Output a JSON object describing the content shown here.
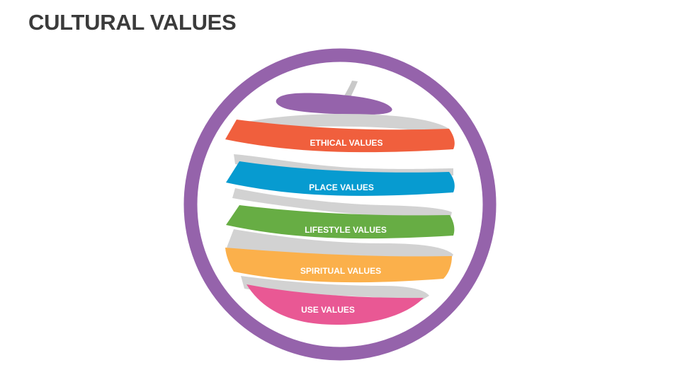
{
  "title": "CULTURAL VALUES",
  "colors": {
    "ring": "#9563ab",
    "leaf": "#9563ab",
    "stem": "#c9c9c9",
    "peel": "#d2d2d2",
    "ethical": "#f05f3d",
    "place": "#079bd0",
    "lifestyle": "#67ad44",
    "spiritual": "#fbb04b",
    "use": "#e95894"
  },
  "values": [
    {
      "label": "ETHICAL VALUES",
      "color": "#f05f3d"
    },
    {
      "label": "PLACE VALUES",
      "color": "#079bd0"
    },
    {
      "label": "LIFESTYLE VALUES",
      "color": "#67ad44"
    },
    {
      "label": "SPIRITUAL VALUES",
      "color": "#fbb04b"
    },
    {
      "label": "USE VALUES",
      "color": "#e95894"
    }
  ]
}
